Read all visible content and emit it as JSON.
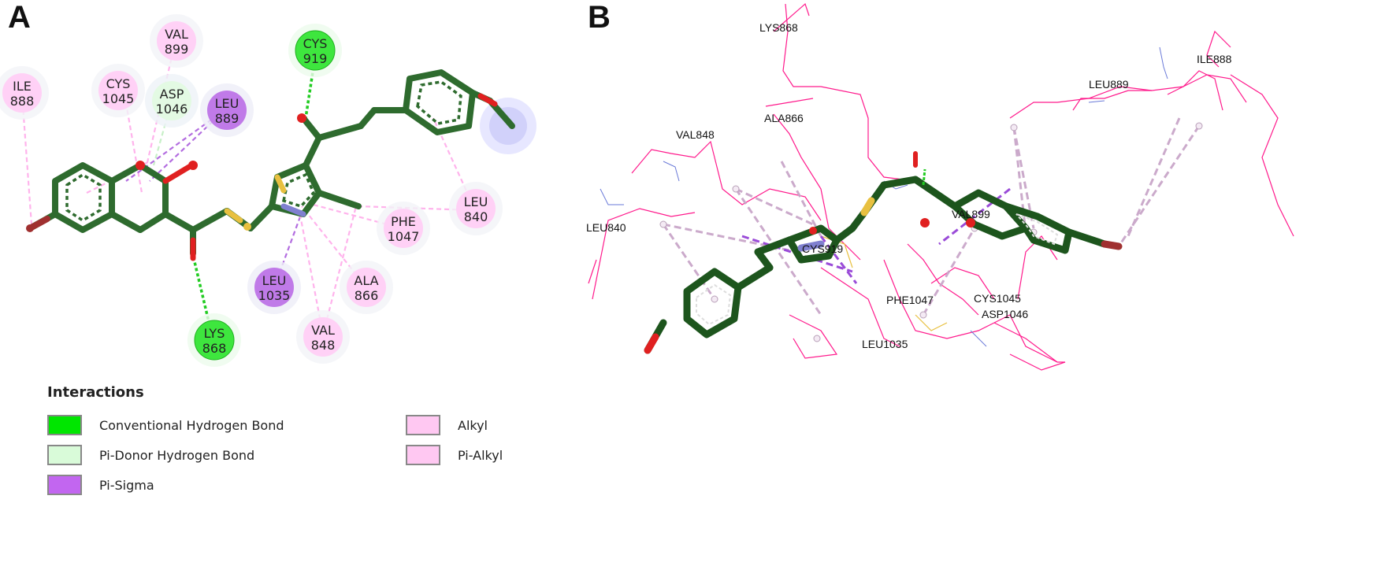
{
  "panels": {
    "a_label": "A",
    "b_label": "B"
  },
  "panel_a": {
    "residues": [
      {
        "id": "ile888",
        "name": "ILE",
        "num": "888",
        "type": "alkyl"
      },
      {
        "id": "val899",
        "name": "VAL",
        "num": "899",
        "type": "alkyl"
      },
      {
        "id": "cys1045",
        "name": "CYS",
        "num": "1045",
        "type": "alkyl"
      },
      {
        "id": "asp1046",
        "name": "ASP",
        "num": "1046",
        "type": "pi_donor"
      },
      {
        "id": "leu889",
        "name": "LEU",
        "num": "889",
        "type": "pi_sigma"
      },
      {
        "id": "cys919",
        "name": "CYS",
        "num": "919",
        "type": "h_bond"
      },
      {
        "id": "leu840",
        "name": "LEU",
        "num": "840",
        "type": "alkyl"
      },
      {
        "id": "phe1047",
        "name": "PHE",
        "num": "1047",
        "type": "alkyl"
      },
      {
        "id": "ala866",
        "name": "ALA",
        "num": "866",
        "type": "alkyl"
      },
      {
        "id": "leu1035",
        "name": "LEU",
        "num": "1035",
        "type": "pi_sigma"
      },
      {
        "id": "val848",
        "name": "VAL",
        "num": "848",
        "type": "alkyl"
      },
      {
        "id": "lys868",
        "name": "LYS",
        "num": "868",
        "type": "h_bond"
      }
    ]
  },
  "panel_b": {
    "labels": [
      "LYS868",
      "ILE888",
      "LEU889",
      "ALA866",
      "VAL848",
      "LEU840",
      "VAL899",
      "CYS919",
      "PHE1047",
      "CYS1045",
      "ASP1046",
      "LEU1035"
    ]
  },
  "legend": {
    "title": "Interactions",
    "items": [
      {
        "label": "Conventional Hydrogen Bond",
        "color": "#00e600"
      },
      {
        "label": "Pi-Donor Hydrogen Bond",
        "color": "#d9fbd9"
      },
      {
        "label": "Pi-Sigma",
        "color": "#c266f0"
      },
      {
        "label": "Alkyl",
        "color": "#ffc8f2"
      },
      {
        "label": "Pi-Alkyl",
        "color": "#ffc8f2"
      }
    ]
  },
  "colors": {
    "h_bond": "#22dd22",
    "pi_donor": "#d6f7d6",
    "pi_sigma": "#b36de0",
    "alkyl": "#ffccf4",
    "ligand": "#2e6b2e",
    "oxygen": "#e02020",
    "sulfur": "#e8c040",
    "nitrogen": "#8080d0",
    "bromine": "#a03030",
    "protein": "#ff1a8c"
  }
}
